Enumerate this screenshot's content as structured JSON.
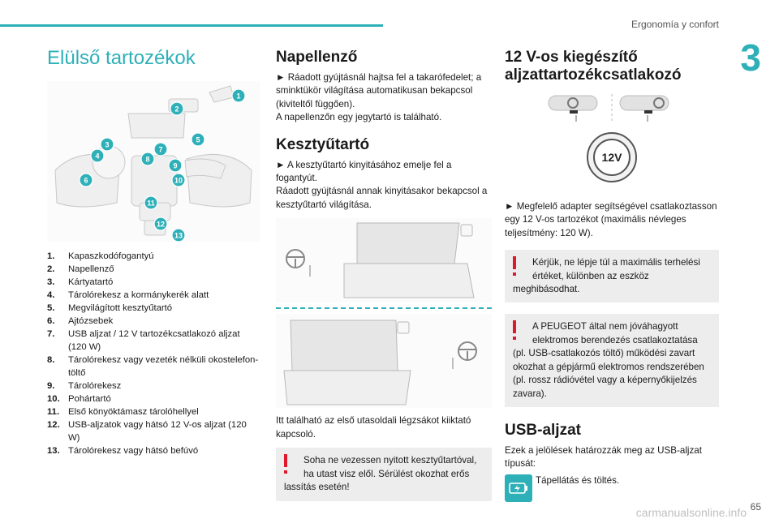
{
  "header": {
    "chapter_title": "Ergonomía y confort",
    "chapter_number": "3"
  },
  "footer": {
    "page_number": "65",
    "watermark": "carmanualsonline.info"
  },
  "col1": {
    "title": "Elülső tartozékok",
    "callouts": [
      "1",
      "2",
      "3",
      "4",
      "5",
      "6",
      "7",
      "8",
      "9",
      "10",
      "11",
      "12",
      "13"
    ],
    "legend": [
      {
        "num": "1.",
        "text": "Kapaszkodófogantyú"
      },
      {
        "num": "2.",
        "text": "Napellenző"
      },
      {
        "num": "3.",
        "text": "Kártyatartó"
      },
      {
        "num": "4.",
        "text": "Tárolórekesz a kormánykerék alatt"
      },
      {
        "num": "5.",
        "text": "Megvilágított kesztyűtartó"
      },
      {
        "num": "6.",
        "text": "Ajtózsebek"
      },
      {
        "num": "7.",
        "text": "USB aljzat / 12 V tartozékcsatlakozó aljzat (120 W)"
      },
      {
        "num": "8.",
        "text": "Tárolórekesz vagy vezeték nélküli okostelefon-töltő"
      },
      {
        "num": "9.",
        "text": "Tárolórekesz"
      },
      {
        "num": "10.",
        "text": "Pohártartó"
      },
      {
        "num": "11.",
        "text": "Első könyöktámasz tárolóhellyel"
      },
      {
        "num": "12.",
        "text": "USB-aljzatok vagy hátsó 12 V-os aljzat (120 W)"
      },
      {
        "num": "13.",
        "text": "Tárolórekesz vagy hátsó befúvó"
      }
    ]
  },
  "col2": {
    "napellenzo_title": "Napellenző",
    "napellenzo_p1": "► Ráadott gyújtásnál hajtsa fel a takarófedelet; a sminktükör világítása automatikusan bekapcsol (kiviteltől függően).",
    "napellenzo_p2": "A napellenzőn egy jegytartó is található.",
    "kesztyu_title": "Kesztyűtartó",
    "kesztyu_p1": "► A kesztyűtartó kinyitásához emelje fel a fogantyút.",
    "kesztyu_p2": "Ráadott gyújtásnál annak kinyitásakor bekapcsol a kesztyűtartó világítása.",
    "kesztyu_p3": "Itt található az első utasoldali légzsákot kiiktató kapcsoló.",
    "warning_lead": "Soha ne vezessen nyitott kesztyűtartóval, ha utast visz elől. Sérülést okozhat erős",
    "warning_cont": "lassítás esetén!"
  },
  "col3": {
    "title_line1": "12 V-os kiegészítő",
    "title_line2": "aljzattartozékcsatlakozó",
    "socket_label": "12V",
    "p1": "► Megfelelő adapter segítségével csatlakoztasson egy 12 V-os tartozékot (maximális névleges teljesítmény: 120 W).",
    "warn1_lead": "Kérjük, ne lépje túl a maximális terhelési értéket, különben az eszköz",
    "warn1_cont": "meghibásodhat.",
    "warn2_lead": "A PEUGEOT által nem jóváhagyott elektromos berendezés csatlakoztatása",
    "warn2_cont": "(pl. USB-csatlakozós töltő) működési zavart okozhat a gépjármű elektromos rendszerében (pl. rossz rádióvétel vagy a képernyőkijelzés zavara).",
    "usb_title": "USB-aljzat",
    "usb_p": "Ezek a jelölések határozzák meg az USB-aljzat típusát:",
    "usb_icon_text": "Tápellátás és töltés."
  },
  "icons": [
    "warning-icon",
    "steering-wheel-icon",
    "usb-charge-icon",
    "12v-socket-icon"
  ],
  "colors": {
    "accent": "#2eb0b8",
    "warning": "#e0182c",
    "warning_bg": "#ededed"
  }
}
